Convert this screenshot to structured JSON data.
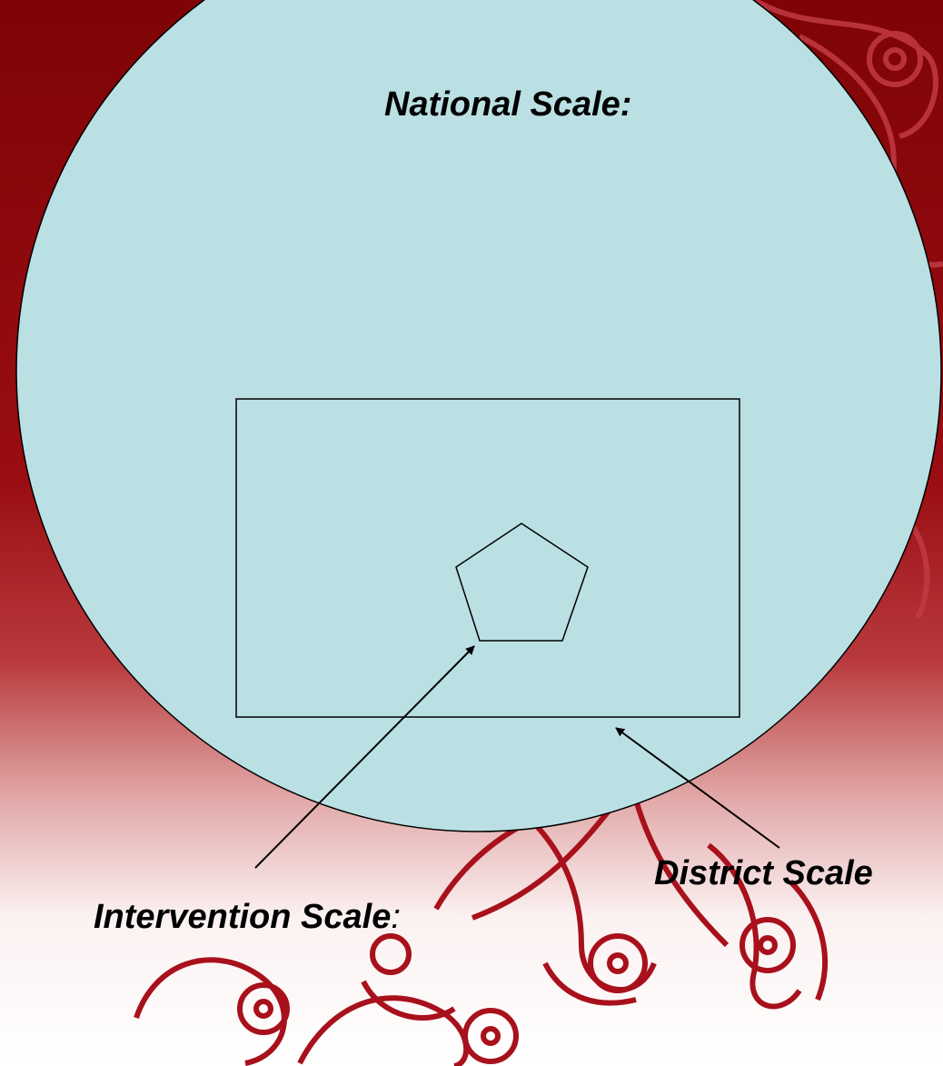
{
  "slide": {
    "background": {
      "top_color": "#8c0a0d",
      "bottom_color": "#ffffff",
      "ornament_color": "#b51e2a"
    },
    "diagram": {
      "fill": "#bae0e4",
      "stroke": "#000000",
      "national_label": "National Scale:",
      "district_label": "District Scale",
      "intervention_label": "Intervention Scale",
      "intervention_suffix": ":"
    }
  }
}
